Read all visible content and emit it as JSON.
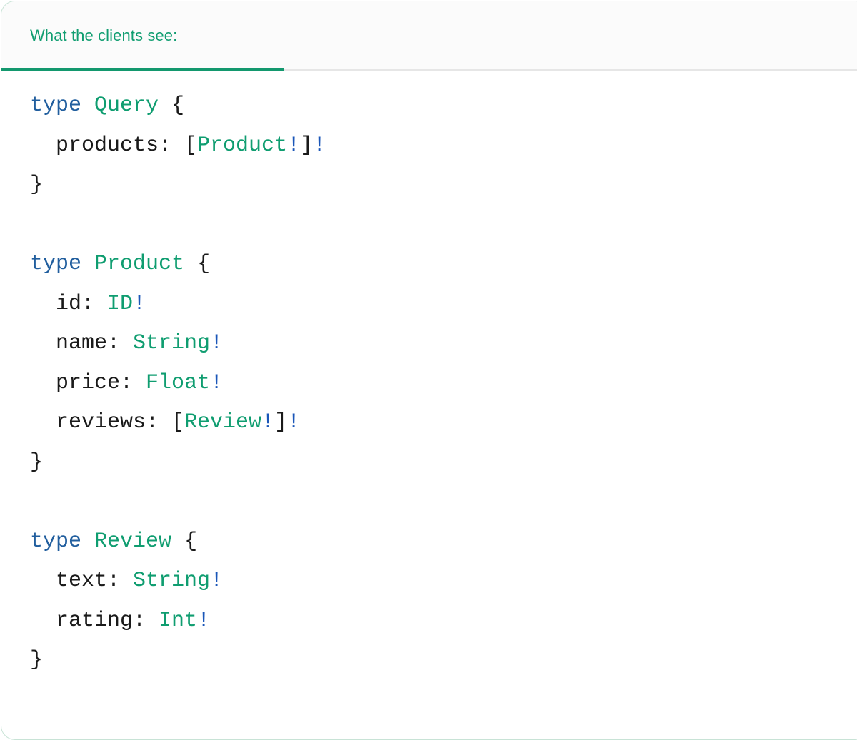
{
  "card": {
    "border_color": "#c8e3d6",
    "background": "#ffffff"
  },
  "header": {
    "tab_label": "What the clients see:",
    "accent_color": "#13986e",
    "background": "#fbfbfb",
    "divider_color": "#e6e6e6"
  },
  "code": {
    "language": "graphql",
    "colors": {
      "keyword": "#215e9e",
      "type_name": "#0f9d70",
      "field_name": "#1a1a1a",
      "punctuation": "#1a1a1a",
      "non_null_bang": "#1a56b8"
    },
    "lines": [
      [
        {
          "t": "type",
          "c": "kw"
        },
        {
          "t": " ",
          "c": "punct"
        },
        {
          "t": "Query",
          "c": "type"
        },
        {
          "t": " {",
          "c": "punct"
        }
      ],
      [
        {
          "t": "  products",
          "c": "field"
        },
        {
          "t": ": [",
          "c": "punct"
        },
        {
          "t": "Product",
          "c": "type"
        },
        {
          "t": "!",
          "c": "bang"
        },
        {
          "t": "]",
          "c": "punct"
        },
        {
          "t": "!",
          "c": "bang"
        }
      ],
      [
        {
          "t": "}",
          "c": "punct"
        }
      ],
      [],
      [
        {
          "t": "type",
          "c": "kw"
        },
        {
          "t": " ",
          "c": "punct"
        },
        {
          "t": "Product",
          "c": "type"
        },
        {
          "t": " {",
          "c": "punct"
        }
      ],
      [
        {
          "t": "  id",
          "c": "field"
        },
        {
          "t": ": ",
          "c": "punct"
        },
        {
          "t": "ID",
          "c": "type"
        },
        {
          "t": "!",
          "c": "bang"
        }
      ],
      [
        {
          "t": "  name",
          "c": "field"
        },
        {
          "t": ": ",
          "c": "punct"
        },
        {
          "t": "String",
          "c": "type"
        },
        {
          "t": "!",
          "c": "bang"
        }
      ],
      [
        {
          "t": "  price",
          "c": "field"
        },
        {
          "t": ": ",
          "c": "punct"
        },
        {
          "t": "Float",
          "c": "type"
        },
        {
          "t": "!",
          "c": "bang"
        }
      ],
      [
        {
          "t": "  reviews",
          "c": "field"
        },
        {
          "t": ": [",
          "c": "punct"
        },
        {
          "t": "Review",
          "c": "type"
        },
        {
          "t": "!",
          "c": "bang"
        },
        {
          "t": "]",
          "c": "punct"
        },
        {
          "t": "!",
          "c": "bang"
        }
      ],
      [
        {
          "t": "}",
          "c": "punct"
        }
      ],
      [],
      [
        {
          "t": "type",
          "c": "kw"
        },
        {
          "t": " ",
          "c": "punct"
        },
        {
          "t": "Review",
          "c": "type"
        },
        {
          "t": " {",
          "c": "punct"
        }
      ],
      [
        {
          "t": "  text",
          "c": "field"
        },
        {
          "t": ": ",
          "c": "punct"
        },
        {
          "t": "String",
          "c": "type"
        },
        {
          "t": "!",
          "c": "bang"
        }
      ],
      [
        {
          "t": "  rating",
          "c": "field"
        },
        {
          "t": ": ",
          "c": "punct"
        },
        {
          "t": "Int",
          "c": "type"
        },
        {
          "t": "!",
          "c": "bang"
        }
      ],
      [
        {
          "t": "}",
          "c": "punct"
        }
      ]
    ]
  }
}
